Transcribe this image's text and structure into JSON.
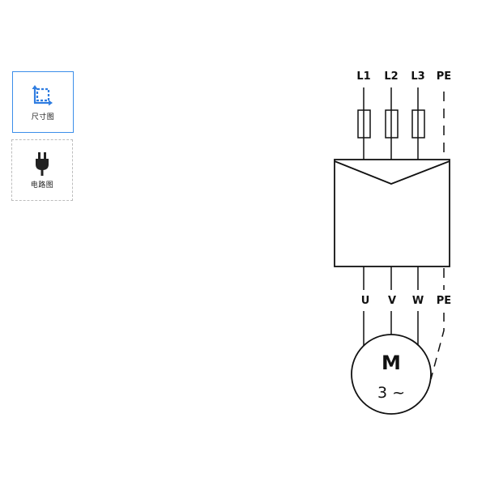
{
  "sidebar": {
    "items": [
      {
        "label": "尺寸图",
        "icon": "dimension-icon",
        "state": "selected",
        "accent": "#2f7de1"
      },
      {
        "label": "电路图",
        "icon": "plug-icon",
        "state": "unselected",
        "accent": "#222222"
      }
    ]
  },
  "diagram": {
    "inputs": [
      "L1",
      "L2",
      "L3",
      "PE"
    ],
    "outputs": [
      "U",
      "V",
      "W",
      "PE"
    ],
    "motor": {
      "letter": "M",
      "phase": "3 ~"
    }
  }
}
